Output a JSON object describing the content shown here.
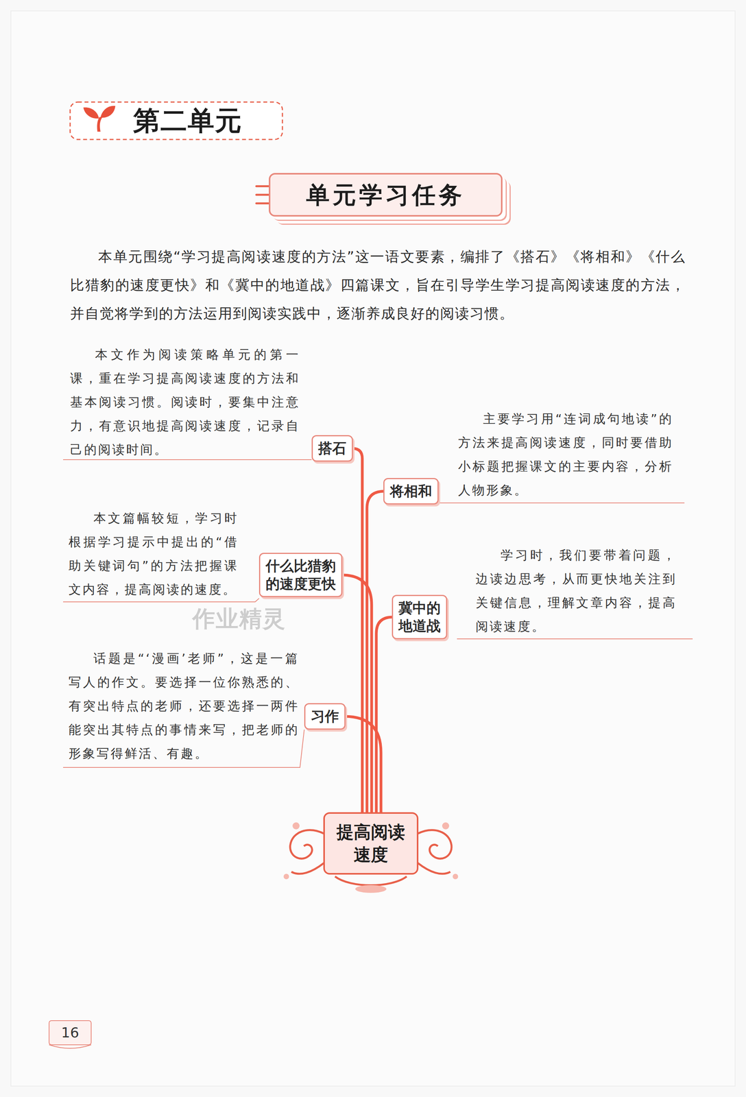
{
  "diagram": {
    "title": "第二单元",
    "nodes": [
      {
        "text": [
          "单元学习任务"
        ]
      },
      {
        "text": [
          "搭石"
        ]
      },
      {
        "text": [
          "将相和"
        ]
      },
      {
        "text": [
          "什么比猎豹 的速度更快"
        ]
      },
      {
        "text": [
          "冀中的 地道战"
        ]
      },
      {
        "text": [
          "习作"
        ]
      },
      {
        "text": [
          "提高阅读 速度"
        ]
      }
    ],
    "edges": [
      {
        "from": 6,
        "to": 1,
        "arrow": "none"
      },
      {
        "from": 6,
        "to": 2,
        "arrow": "none"
      },
      {
        "from": 6,
        "to": 3,
        "arrow": "none"
      },
      {
        "from": 6,
        "to": 4,
        "arrow": "none"
      },
      {
        "from": 6,
        "to": 5,
        "arrow": "none"
      }
    ],
    "labels": [
      "本单元围绕“学习提高阅读速度的方法”这一语文要素，编排了《搭石》《将相和》《什么比猎豹的速度更快》和《冀中的地道战》四篇课文，旨在引导学生学习提高阅读速度的方法，并自觉将学到的方法运用到阅读实践中，逐渐养成良好的阅读习惯。",
      "本文作为阅读策略单元的第一课，重在学习提高阅读速度的方法和基本阅读习惯。阅读时，要集中注意力，有意识地提高阅读速度，记录自己的阅读时间。",
      "主要学习用“连词成句地读”的方法来提高阅读速度，同时要借助小标题把握课文的主要内容，分析人物形象。",
      "本文篇幅较短，学习时根据学习提示中提出的“借助关键词句”的方法把握课文内容，提高阅读的速度。",
      "学习时，我们要带着问题，边读边思考，从而更快地关注到关键信息，理解文章内容，提高阅读速度。",
      "话题是“‘漫画’老师”，这是一篇写人的作文。要选择一位你熟悉的、有突出特点的老师，还要选择一两件能突出其特点的事情来写，把老师的形象写得鲜活、有趣。",
      "作业精灵",
      "16"
    ]
  }
}
